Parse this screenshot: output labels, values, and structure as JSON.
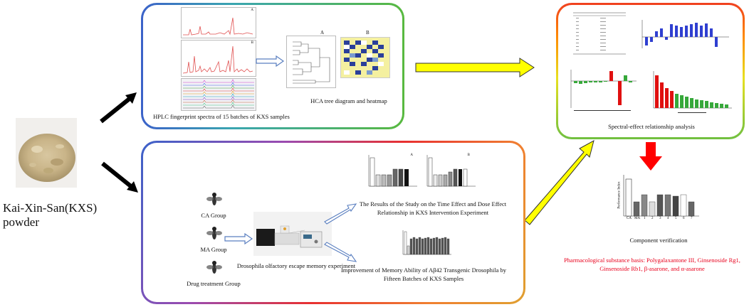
{
  "powder_label": "Kai-Xin-San(KXS) powder",
  "hplc": {
    "caption": "HPLC fingerprint spectra of 15 batches of KXS samples",
    "panel_a_letter": "A",
    "panel_b_letter": "B"
  },
  "hca": {
    "caption": "HCA tree diagram and heatmap",
    "letter_a": "A",
    "letter_b": "B"
  },
  "spectral": {
    "caption": "Spectral-effect relationship analysis"
  },
  "experiment": {
    "groups": [
      "CA Group",
      "MA Group",
      "Drug treatment Group"
    ],
    "olfactory_caption": "Drosophila olfactory escape memory experiment",
    "time_dose_caption_line1": "The Results of the Study on the Time Effect and Dose Effect",
    "time_dose_caption_line2": "Relationship in KXS Intervention Experiment",
    "memory_caption_line1": "Improvement of Memory Ability of Aβ42 Transgenic Drosophila by",
    "memory_caption_line2": "Fifteen Batches of KXS Samples",
    "chart_a_letter": "A",
    "chart_b_letter": "B"
  },
  "verification": {
    "ylabel": "Performance Index",
    "categories": [
      "CA",
      "MA",
      "1",
      "2",
      "3",
      "4",
      "5",
      "6",
      "7"
    ],
    "caption": "Component verification"
  },
  "basis": {
    "line1": "Pharmacological substance basis: Polygalaxantone III, Ginsenoside Rg1,",
    "line2": "Ginsenoside Rb1, β-asarone, and α-asarone"
  },
  "colors": {
    "arrow_black": "#000000",
    "arrow_yellow": "#ffff00",
    "arrow_red": "#ff0000",
    "basis_text": "#e8001c",
    "hplc_trace": "#e05050",
    "bar_blue": "#2f3fd0",
    "bar_green": "#36a83a",
    "bar_red": "#e01010"
  }
}
